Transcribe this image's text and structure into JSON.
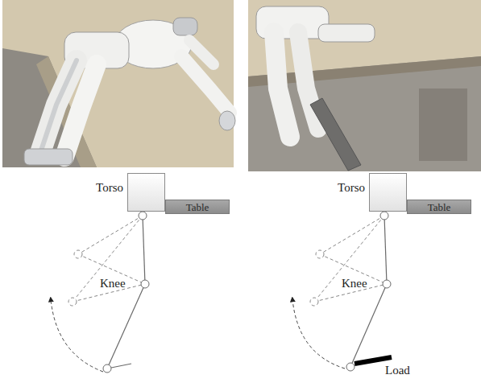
{
  "diagram": {
    "nodes": [
      {
        "text": [
          "Torso"
        ]
      },
      {
        "text": [
          "Table"
        ]
      },
      {
        "text": [
          "Torso"
        ]
      },
      {
        "text": [
          "Table"
        ]
      }
    ],
    "labels": [
      "Knee",
      "Knee",
      "Load"
    ]
  }
}
